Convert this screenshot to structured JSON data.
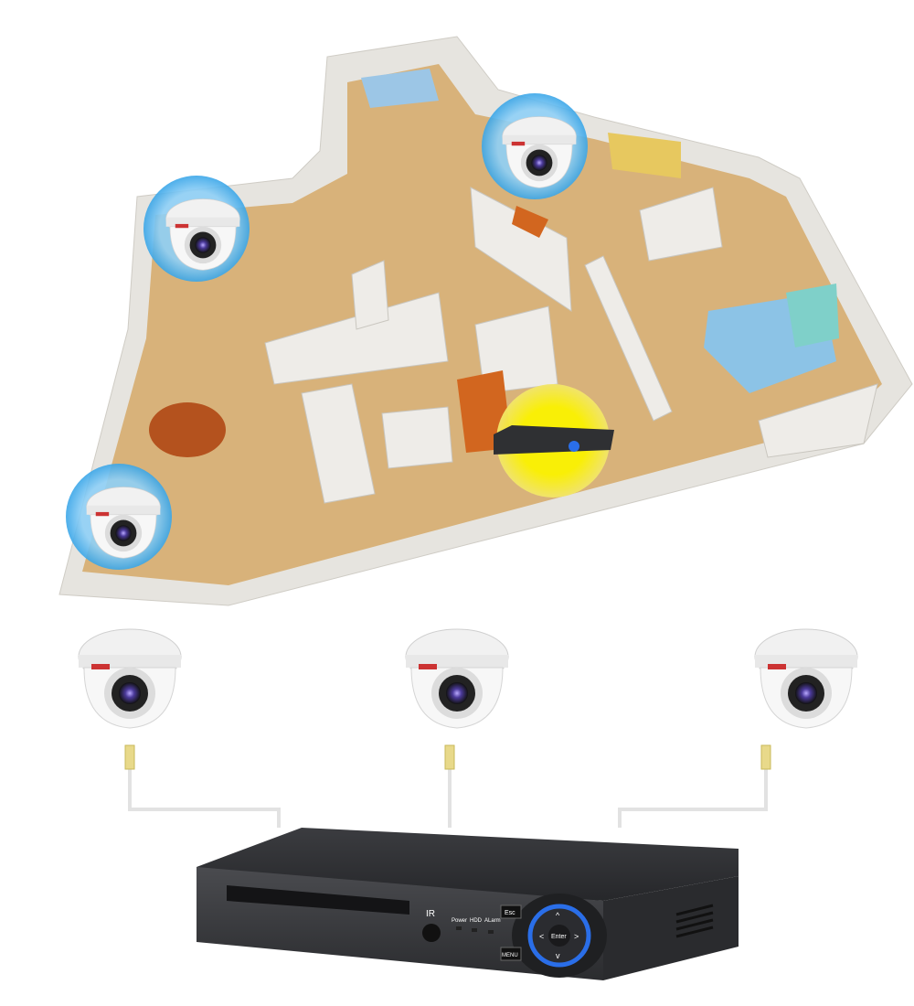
{
  "colors": {
    "floor": "#d8b27a",
    "wall": "#e9e7e2",
    "camera_halo": "#3aa6e8",
    "dvr_halo": "#f5ec1a",
    "dvr_body": "#2f3033",
    "dvr_ring": "#2a6ee8",
    "cable": "#e2e2e2"
  },
  "floorplan": {
    "cameras": [
      {
        "icon": "dome-camera-icon"
      },
      {
        "icon": "dome-camera-icon"
      },
      {
        "icon": "dome-camera-icon"
      }
    ],
    "recorder": {
      "icon": "dvr-icon"
    }
  },
  "cameras": [
    {
      "icon": "dome-camera-icon"
    },
    {
      "icon": "dome-camera-icon"
    },
    {
      "icon": "dome-camera-icon"
    }
  ],
  "dvr": {
    "ir_label": "IR",
    "leds": [
      "Power",
      "HDD",
      "ALarm"
    ],
    "esc_label": "Esc",
    "menu_label": "MENU",
    "enter_label": "Enter"
  }
}
